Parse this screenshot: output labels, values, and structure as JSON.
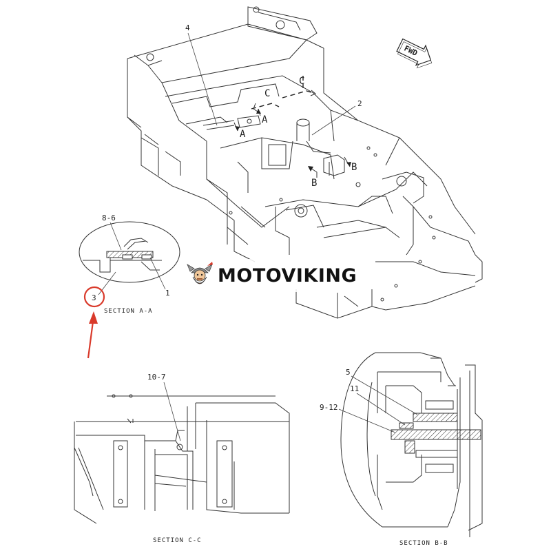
{
  "callouts": {
    "c2": "2",
    "c3": "3",
    "c4": "4",
    "c1": "1",
    "c5": "5",
    "c11": "11",
    "c8_6": "8-6",
    "c10_7": "10-7",
    "c9_12": "9-12"
  },
  "section_marks": {
    "a1": "A",
    "a2": "A",
    "b1": "B",
    "b2": "B",
    "c1": "C",
    "c2": "C"
  },
  "fwd_label": "FWD",
  "sections": {
    "aa": "SECTION A-A",
    "bb": "SECTION B-B",
    "cc": "SECTION C-C"
  },
  "watermark": {
    "brand": "MOTOVIKING"
  },
  "highlight_color": "#d93a2b"
}
